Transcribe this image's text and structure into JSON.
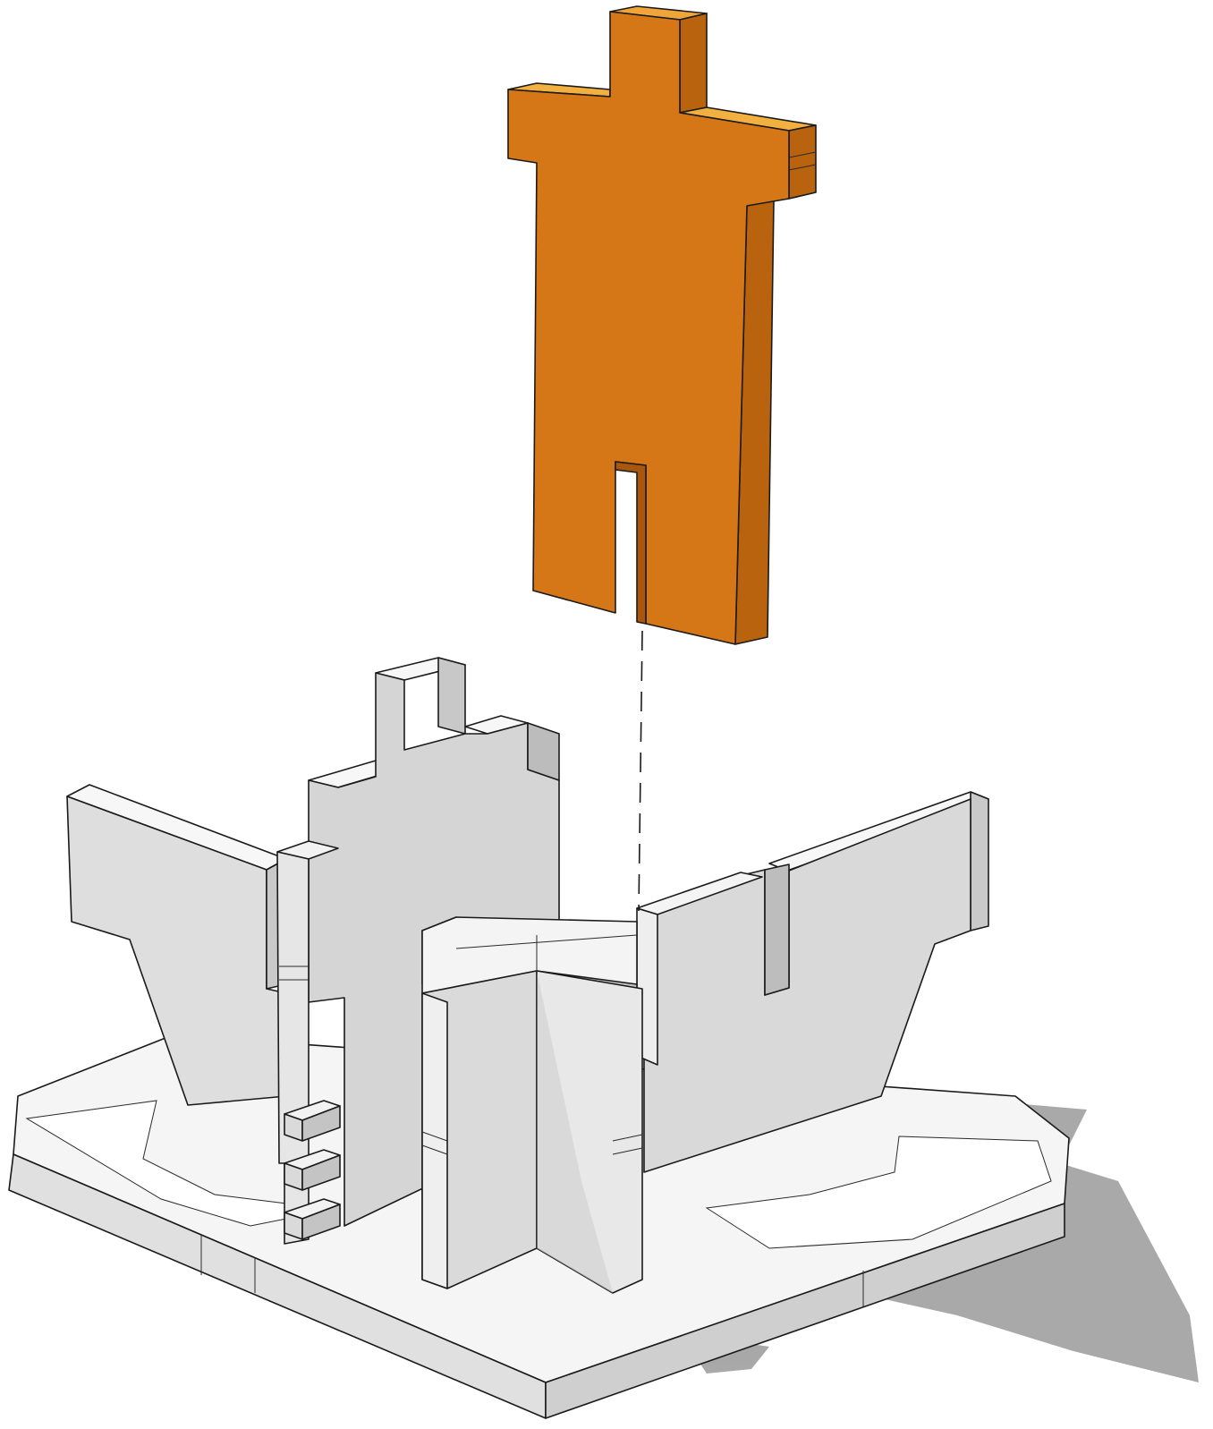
{
  "scene": {
    "description_labels": [],
    "figure": {
      "name": "orange-figure",
      "color_front": "#d57716",
      "color_side": "#b9630e",
      "color_top": "#f0a53a"
    },
    "base": {
      "name": "base-assembly",
      "color_light": "#f4f4f4",
      "color_mid": "#dcdcdc",
      "color_dark": "#bdbdbd",
      "shadow": "#8f8f8f"
    },
    "guide": {
      "name": "assembly-guide-line",
      "style": "dashed"
    }
  }
}
